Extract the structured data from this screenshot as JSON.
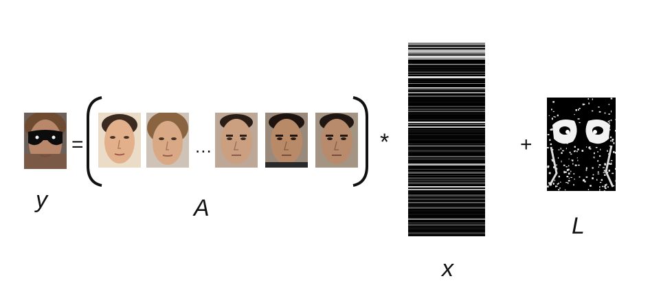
{
  "symbols": {
    "y": "y",
    "A": "A",
    "x": "x",
    "L": "L",
    "equals": "=",
    "ellipsis": "...",
    "times": "*",
    "plus": "+"
  },
  "faces": {
    "occluded": {
      "skin": "#b9876a",
      "hair": "#6e4a30",
      "glasses": "#0c0c0c",
      "bg": "#6d6058"
    },
    "dictionary": [
      {
        "id": "f1",
        "skin": "#e2b08a",
        "hair": "#3a2a20",
        "bg": "#ebdcc8",
        "sex": "female"
      },
      {
        "id": "f2",
        "skin": "#d9a985",
        "hair": "#8a6440",
        "bg": "#cfc2b6",
        "sex": "female"
      },
      {
        "id": "m1",
        "skin": "#caa080",
        "hair": "#2a1d16",
        "bg": "#bda898",
        "sex": "male"
      },
      {
        "id": "m2",
        "skin": "#b98a68",
        "hair": "#1d1410",
        "bg": "#9a8a7c",
        "sex": "male"
      },
      {
        "id": "m3",
        "skin": "#b88b6c",
        "hair": "#201612",
        "bg": "#a49484",
        "sex": "male"
      }
    ]
  },
  "colors": {
    "stripe_bg": "#000000",
    "error_bg": "#000000",
    "ink": "#111111"
  }
}
